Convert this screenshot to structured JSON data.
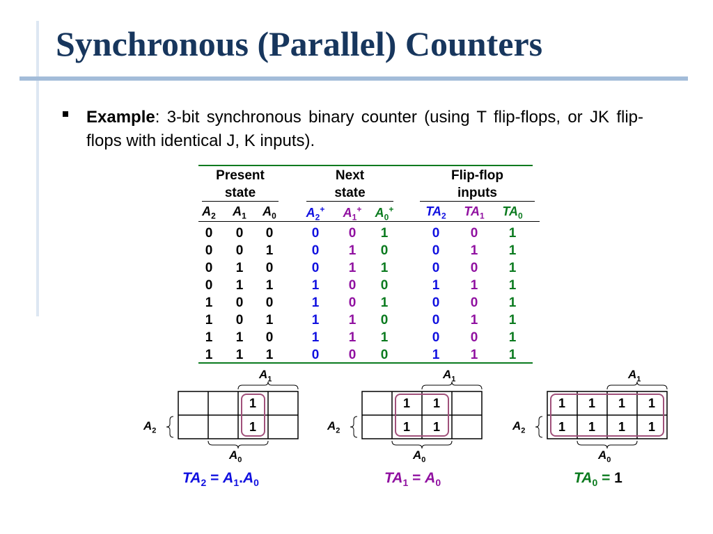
{
  "title": "Synchronous (Parallel) Counters",
  "bullet": {
    "lead": "Example",
    "text": ": 3-bit synchronous binary counter (using T flip-flops, or JK flip-flops with identical J, K inputs)."
  },
  "colors": {
    "blue": "#1010e0",
    "purple": "#9010a0",
    "green": "#0a7a1e",
    "title": "#17365d",
    "loop": "#a0507a"
  },
  "table": {
    "groups": [
      {
        "line1": "Present",
        "line2": "state"
      },
      {
        "line1": "Next",
        "line2": "state"
      },
      {
        "line1": "Flip-flop",
        "line2": "inputs"
      }
    ],
    "columns": [
      {
        "base": "A",
        "sub": "2",
        "sup": "",
        "color": "black"
      },
      {
        "base": "A",
        "sub": "1",
        "sup": "",
        "color": "black"
      },
      {
        "base": "A",
        "sub": "0",
        "sup": "",
        "color": "black"
      },
      {
        "base": "A",
        "sub": "2",
        "sup": "+",
        "color": "blue"
      },
      {
        "base": "A",
        "sub": "1",
        "sup": "+",
        "color": "purple"
      },
      {
        "base": "A",
        "sub": "0",
        "sup": "+",
        "color": "green"
      },
      {
        "base": "TA",
        "sub": "2",
        "sup": "",
        "color": "blue"
      },
      {
        "base": "TA",
        "sub": "1",
        "sup": "",
        "color": "purple"
      },
      {
        "base": "TA",
        "sub": "0",
        "sup": "",
        "color": "green"
      }
    ],
    "rows": [
      [
        "0",
        "0",
        "0",
        "0",
        "0",
        "1",
        "0",
        "0",
        "1"
      ],
      [
        "0",
        "0",
        "1",
        "0",
        "1",
        "0",
        "0",
        "1",
        "1"
      ],
      [
        "0",
        "1",
        "0",
        "0",
        "1",
        "1",
        "0",
        "0",
        "1"
      ],
      [
        "0",
        "1",
        "1",
        "1",
        "0",
        "0",
        "1",
        "1",
        "1"
      ],
      [
        "1",
        "0",
        "0",
        "1",
        "0",
        "1",
        "0",
        "0",
        "1"
      ],
      [
        "1",
        "0",
        "1",
        "1",
        "1",
        "0",
        "0",
        "1",
        "1"
      ],
      [
        "1",
        "1",
        "0",
        "1",
        "1",
        "1",
        "0",
        "0",
        "1"
      ],
      [
        "1",
        "1",
        "1",
        "0",
        "0",
        "0",
        "1",
        "1",
        "1"
      ]
    ]
  },
  "kmaps": [
    {
      "top_label": {
        "base": "A",
        "sub": "1"
      },
      "side_label": {
        "base": "A",
        "sub": "2"
      },
      "bottom_label": {
        "base": "A",
        "sub": "0"
      },
      "cells": [
        [
          "",
          "",
          "1",
          ""
        ],
        [
          "",
          "",
          "1",
          ""
        ]
      ],
      "loops": [
        {
          "c0": 2,
          "c1": 2,
          "r0": 0,
          "r1": 1
        }
      ],
      "equation": {
        "lhs_base": "TA",
        "lhs_sub": "2",
        "eq": " = ",
        "t1_base": "A",
        "t1_sub": "1",
        "op": ".",
        "t2_base": "A",
        "t2_sub": "0"
      },
      "color": "blue"
    },
    {
      "top_label": {
        "base": "A",
        "sub": "1"
      },
      "side_label": {
        "base": "A",
        "sub": "2"
      },
      "bottom_label": {
        "base": "A",
        "sub": "0"
      },
      "cells": [
        [
          "",
          "1",
          "1",
          ""
        ],
        [
          "",
          "1",
          "1",
          ""
        ]
      ],
      "loops": [
        {
          "c0": 1,
          "c1": 2,
          "r0": 0,
          "r1": 1
        }
      ],
      "equation": {
        "lhs_base": "TA",
        "lhs_sub": "1",
        "eq": " = ",
        "t1_base": "A",
        "t1_sub": "0",
        "op": "",
        "t2_base": "",
        "t2_sub": ""
      },
      "color": "purple"
    },
    {
      "top_label": {
        "base": "A",
        "sub": "1"
      },
      "side_label": {
        "base": "A",
        "sub": "2"
      },
      "bottom_label": {
        "base": "A",
        "sub": "0"
      },
      "cells": [
        [
          "1",
          "1",
          "1",
          "1"
        ],
        [
          "1",
          "1",
          "1",
          "1"
        ]
      ],
      "loops": [
        {
          "c0": 0,
          "c1": 3,
          "r0": 0,
          "r1": 1
        }
      ],
      "equation": {
        "lhs_base": "TA",
        "lhs_sub": "0",
        "eq": " = ",
        "t1_base": "",
        "t1_sub": "",
        "op": "1",
        "t2_base": "",
        "t2_sub": ""
      },
      "color": "green"
    }
  ]
}
